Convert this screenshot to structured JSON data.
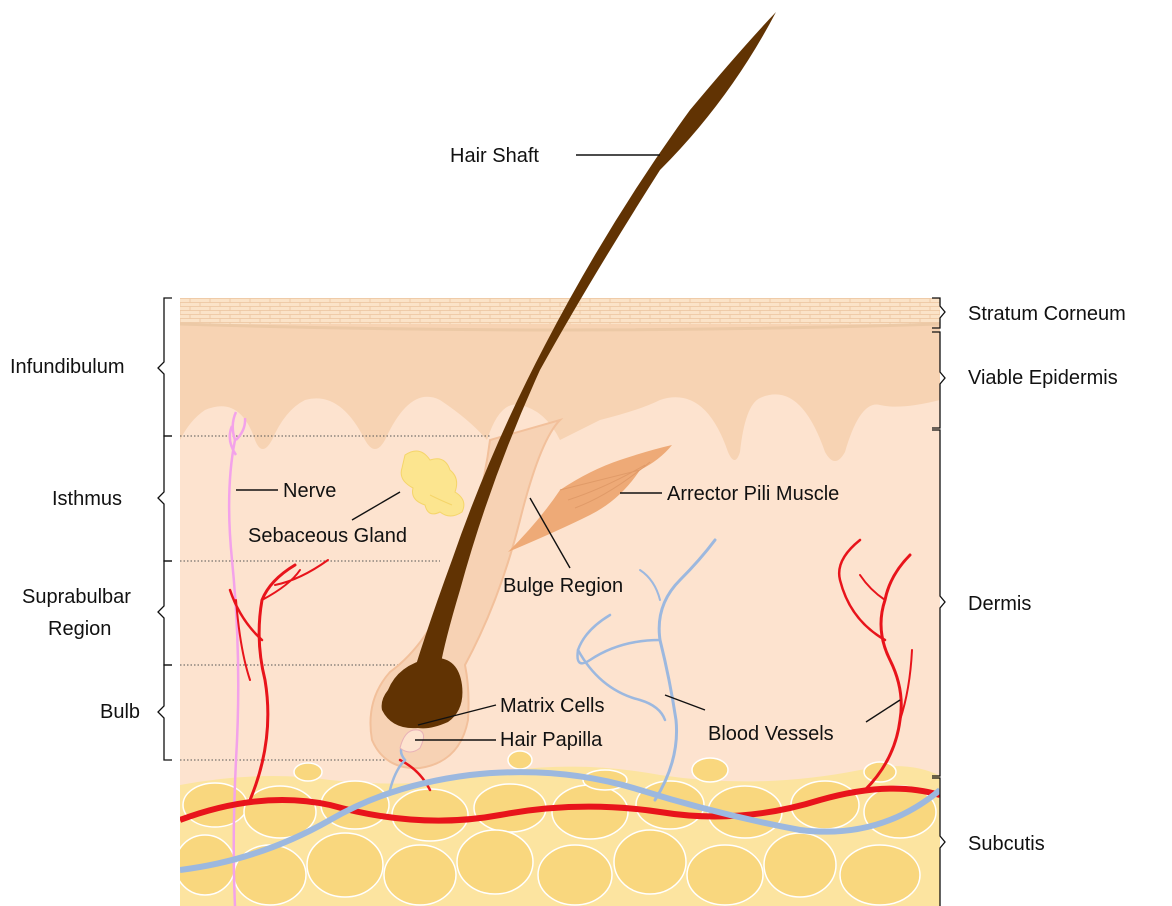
{
  "labels": {
    "hair_shaft": "Hair Shaft",
    "stratum_corneum": "Stratum Corneum",
    "viable_epidermis": "Viable Epidermis",
    "dermis": "Dermis",
    "subcutis": "Subcutis",
    "infundibulum": "Infundibulum",
    "isthmus": "Isthmus",
    "suprabulbar_line1": "Suprabulbar",
    "suprabulbar_line2": "Region",
    "bulb": "Bulb",
    "nerve": "Nerve",
    "sebaceous_gland": "Sebaceous Gland",
    "arrector_pili_muscle": "Arrector Pili Muscle",
    "bulge_region": "Bulge Region",
    "matrix_cells": "Matrix Cells",
    "hair_papilla": "Hair Papilla",
    "blood_vessels": "Blood Vessels"
  },
  "colors": {
    "stratum_corneum": "#fbe3c8",
    "epidermis": "#f7d3b3",
    "dermis": "#fde3cf",
    "subcutis": "#fce4a0",
    "fat_cell": "#f9d77e",
    "hair": "#613303",
    "artery": "#e8141b",
    "vein": "#9cb8df",
    "nerve": "#f3a2ea",
    "sebaceous_gland": "#fce58f",
    "muscle": "#eeaa77",
    "follicle_sheath": "#f7d2b4"
  }
}
